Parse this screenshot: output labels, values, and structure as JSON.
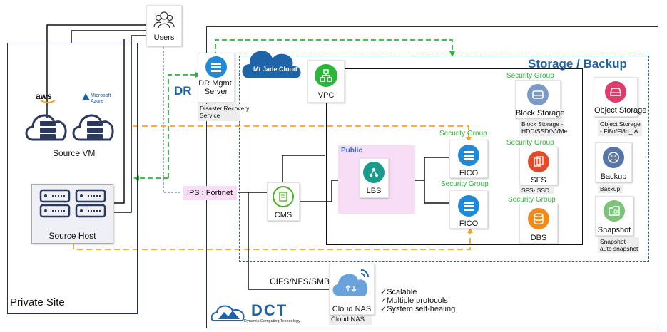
{
  "users": {
    "label": "Users"
  },
  "private_site": {
    "label": "Private Site"
  },
  "source_vm": {
    "label": "Source VM",
    "aws_label": "aws",
    "azure_label": "Microsoft\nAzure"
  },
  "source_host": {
    "label": "Source Host"
  },
  "dr": {
    "label": "DR",
    "server_label": "DR Mgmt.\nServer",
    "service_label": "Disaster Recovery\nService"
  },
  "ips": {
    "label": "IPS : Fortinet"
  },
  "mtjade": {
    "label": "Mt Jade Cloud"
  },
  "vpc": {
    "label": "VPC"
  },
  "storage_title": "Storage / Backup",
  "public": {
    "label": "Public"
  },
  "cms": {
    "label": "CMS"
  },
  "lbs": {
    "label": "LBS"
  },
  "fico1": {
    "sg": "Security Group",
    "label": "FICO"
  },
  "fico2": {
    "sg": "Security Group",
    "label": "FICO"
  },
  "block_storage": {
    "sg": "Security Group",
    "label": "Block Storage",
    "sub": "Block Storage -\nHDD/SSD/NVMe"
  },
  "sfs": {
    "sg": "Security Group",
    "label": "SFS",
    "sub": "SFS- SSD"
  },
  "dbs": {
    "sg": "Security Group",
    "label": "DBS"
  },
  "object_storage": {
    "label": "Object Storage",
    "sub": "Object Storage\n- Fi8o/Fi8o_IA"
  },
  "backup": {
    "label": "Backup",
    "sub": "Backup"
  },
  "snapshot": {
    "label": "Snapshot",
    "sub": "Snapshot -\nauto snapshot"
  },
  "cifs": {
    "label": "CIFS/NFS/SMB"
  },
  "cloud_nas": {
    "label": "Cloud NAS",
    "sub": "Cloud NAS"
  },
  "features": [
    "✓Scalable",
    "✓Multiple protocols",
    "✓System self-healing"
  ],
  "dct": {
    "label": "DCT",
    "sub": "Dynamic Computing Technology"
  },
  "colors": {
    "blue": "#1f64a8",
    "navy": "#1f2f5a",
    "green": "#2db43a",
    "orange": "#f5a623",
    "pink": "#f7ddf5",
    "purple": "#cf55c8"
  }
}
